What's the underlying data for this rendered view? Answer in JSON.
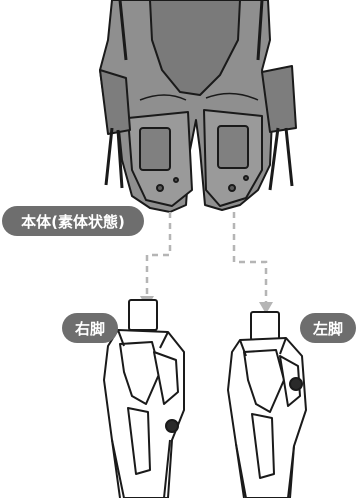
{
  "labels": {
    "main_body": "本体(素体状態)",
    "right_leg": "右脚",
    "left_leg": "左脚"
  },
  "colors": {
    "label_background": "#6e6e6e",
    "label_text": "#ffffff",
    "body_gray": "#8f8f8f",
    "leg_white": "#ffffff",
    "outline": "#1a1a1a",
    "connector_dash": "#b5b5b5"
  }
}
